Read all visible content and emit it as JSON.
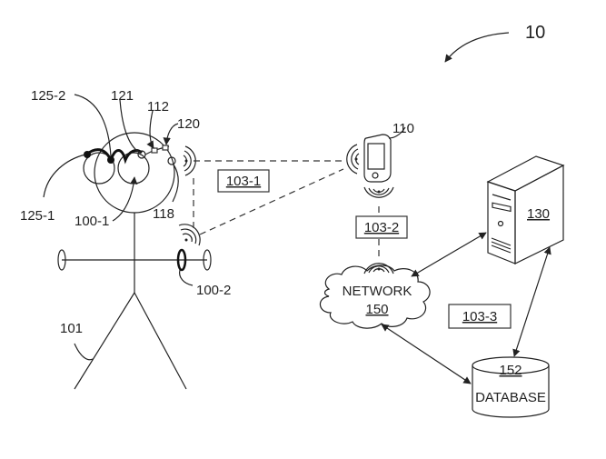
{
  "figure": {
    "reference": "10",
    "user": {
      "label": "101",
      "name": "user-figure"
    },
    "glasses": {
      "device_label": "100-1",
      "parts": [
        {
          "id": "125-1",
          "label": "125-1"
        },
        {
          "id": "125-2",
          "label": "125-2"
        },
        {
          "id": "121",
          "label": "121"
        },
        {
          "id": "112",
          "label": "112"
        },
        {
          "id": "120",
          "label": "120"
        },
        {
          "id": "118",
          "label": "118"
        }
      ]
    },
    "wrist_device": {
      "label": "100-2"
    },
    "mobile_device": {
      "label": "110"
    },
    "server": {
      "label": "130"
    },
    "network": {
      "name": "NETWORK",
      "label": "150"
    },
    "database": {
      "name": "DATABASE",
      "label": "152"
    },
    "links": [
      {
        "label": "103-1"
      },
      {
        "label": "103-2"
      },
      {
        "label": "103-3"
      }
    ]
  }
}
